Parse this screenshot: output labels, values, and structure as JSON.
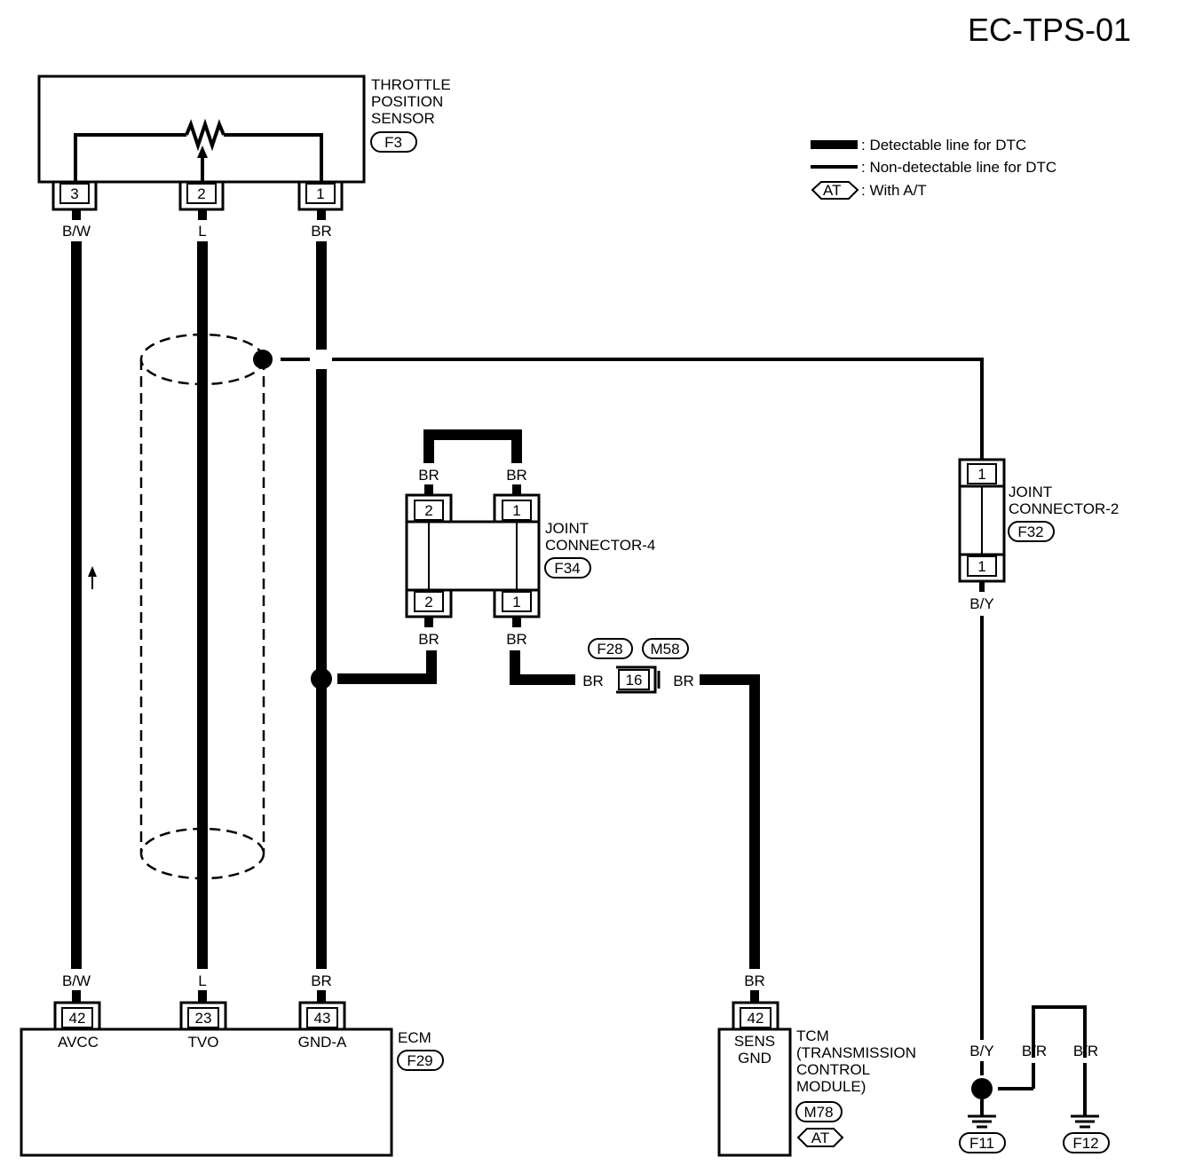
{
  "diagram_id": "EC-TPS-01",
  "legend": {
    "detectable": ": Detectable line for DTC",
    "non_detectable": ": Non-detectable line for DTC",
    "at_tag": "AT",
    "with_at": ": With A/T"
  },
  "tps": {
    "title_lines": [
      "THROTTLE",
      "POSITION",
      "SENSOR"
    ],
    "connector": "F3",
    "pins": [
      "3",
      "2",
      "1"
    ],
    "wire_colors": [
      "B/W",
      "L",
      "BR"
    ]
  },
  "jc4": {
    "title_lines": [
      "JOINT",
      "CONNECTOR-4"
    ],
    "connector": "F34",
    "top_pins": [
      "2",
      "1"
    ],
    "bottom_pins": [
      "2",
      "1"
    ],
    "top_wires": [
      "BR",
      "BR"
    ],
    "bottom_wires": [
      "BR",
      "BR"
    ]
  },
  "jc2": {
    "title_lines": [
      "JOINT",
      "CONNECTOR-2"
    ],
    "connector": "F32",
    "top_pin": "1",
    "bottom_pin": "1",
    "wire": "B/Y"
  },
  "inline_connector": {
    "left_id": "F28",
    "right_id": "M58",
    "pin": "16",
    "left_wire": "BR",
    "right_wire": "BR"
  },
  "ecm": {
    "title": "ECM",
    "connector": "F29",
    "pins": [
      "42",
      "23",
      "43"
    ],
    "terminals": [
      "AVCC",
      "TVO",
      "GND-A"
    ],
    "wire_colors": [
      "B/W",
      "L",
      "BR"
    ]
  },
  "tcm": {
    "title_lines": [
      "TCM",
      "(TRANSMISSION",
      "CONTROL",
      "MODULE)"
    ],
    "connector": "M78",
    "at_tag": "AT",
    "pin": "42",
    "terminal_lines": [
      "SENS",
      "GND"
    ],
    "wire": "BR"
  },
  "grounds": {
    "wires": [
      "B/Y",
      "B/R",
      "B/R"
    ],
    "left": "F11",
    "right": "F12"
  }
}
